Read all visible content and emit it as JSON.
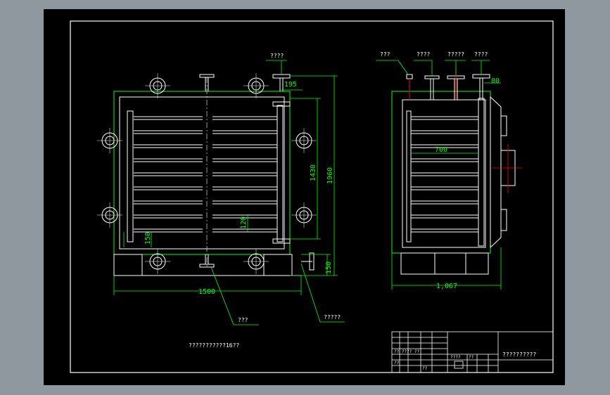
{
  "colors": {
    "background": "#8f979f",
    "sheet": "#000000",
    "frame": "#ffffff",
    "dimension": "#00ff00",
    "centerline": "#ff0000",
    "part": "#ffffff",
    "leader": "#00ff00",
    "label": "#ffffff"
  },
  "front_view": {
    "labels": {
      "top_nozzle": "????",
      "bottom_left": "???",
      "bottom_right": "?????"
    },
    "dims": {
      "width": "1500",
      "height": "1960",
      "inner_height": "1430",
      "top_offset": "195",
      "pitch": "120",
      "bottom_margin": "150",
      "leg_height": "150"
    }
  },
  "side_view": {
    "labels": {
      "l1": "???",
      "l2": "????",
      "l3": "?????",
      "l4": "????"
    },
    "dims": {
      "shelf": "700",
      "depth": "1,067",
      "flange": "80"
    }
  },
  "notes": {
    "caption": "???????????16??"
  },
  "title_block": {
    "title": "??????????",
    "cell_a": "??  ???? ??",
    "cell_b": "????",
    "cell_c": "??",
    "cell_d": "??",
    "cell_e": "??"
  }
}
